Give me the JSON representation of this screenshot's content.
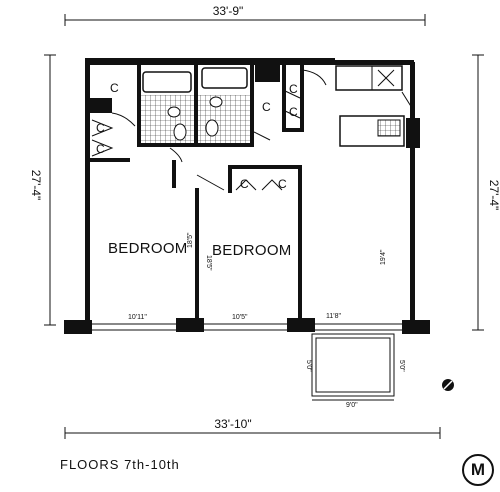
{
  "dimensions": {
    "top": "33'-9\"",
    "bottom": "33'-10\"",
    "left": "27'-4\"",
    "right": "27'-4\""
  },
  "rooms": {
    "bedroom1": "BEDROOM",
    "bedroom2": "BEDROOM"
  },
  "closet_label": "C",
  "room_dims": {
    "bedroom1_width": "10'11\"",
    "bedroom1_height": "18'5\"",
    "bedroom2_width": "10'5\"",
    "bedroom2_height": "18'5\"",
    "living_width": "11'8\"",
    "living_height": "19'4\""
  },
  "balcony": {
    "width": "9'0\"",
    "depth_left": "5'0\"",
    "depth_right": "5'0\""
  },
  "floors_label": "FLOORS  7th-10th",
  "logo_letter": "M",
  "compass_icon": "north-arrow-icon"
}
